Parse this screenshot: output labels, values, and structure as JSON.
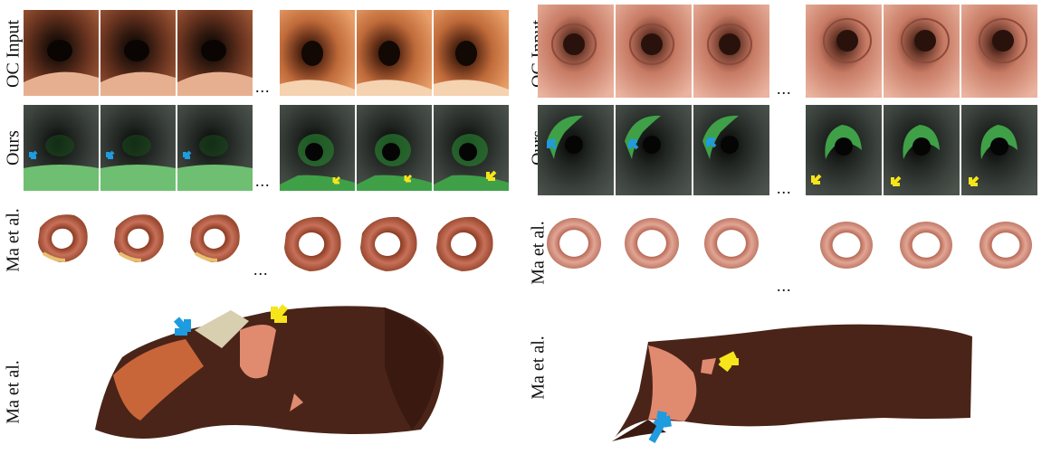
{
  "labels": {
    "oc_input": "OC Input",
    "ours": "Ours",
    "ma_et_al": "Ma et al."
  },
  "ellipsis": "...",
  "colors": {
    "oc_left_dark": "#3a1f14",
    "oc_left_orange": "#c8663a",
    "oc_right_pink": "#e3a08c",
    "ours_bg": "#3e433e",
    "ours_green": "#3fa048",
    "arrow_blue": "#1f9be0",
    "arrow_yellow": "#f5e51a",
    "mesh_brown": "#4a2418",
    "mesh_pink": "#e08a70"
  },
  "icons": {
    "blue_arrow": "blue-arrow-icon",
    "yellow_arrow": "yellow-arrow-icon"
  }
}
